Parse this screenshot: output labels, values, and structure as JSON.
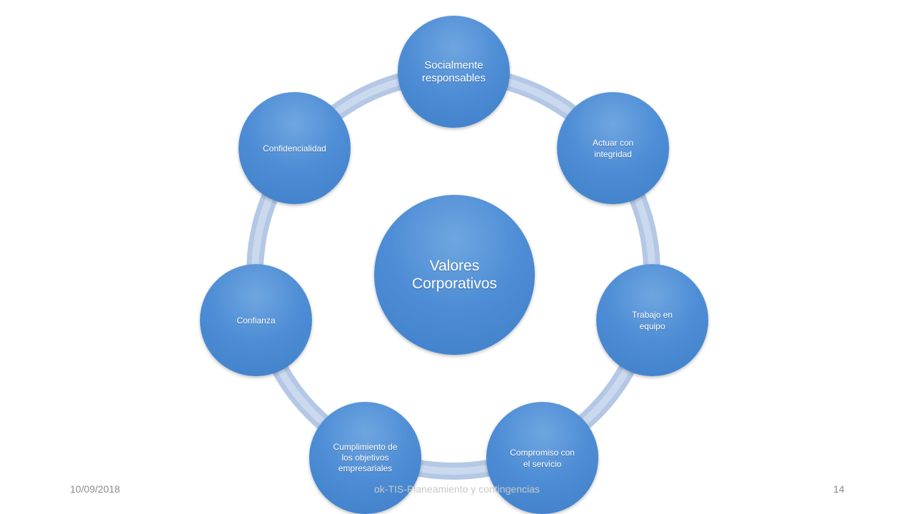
{
  "center": {
    "label": "Valores\nCorporativos"
  },
  "nodes": [
    {
      "label": "Socialmente\nresponsables"
    },
    {
      "label": "Actuar con\nintegridad"
    },
    {
      "label": "Trabajo en\nequipo"
    },
    {
      "label": "Compromiso con\nel servicio"
    },
    {
      "label": "Cumplimiento de\nlos objetivos\nempresariales"
    },
    {
      "label": "Confianza"
    },
    {
      "label": "Confidencialidad"
    }
  ],
  "footer": {
    "date": "10/09/2018",
    "course": "ok-TIS-Planeamiento y contingencias",
    "page_number": "14"
  },
  "colors": {
    "node_fill": "#4f8ed6",
    "ring": "#b4c8e6"
  }
}
